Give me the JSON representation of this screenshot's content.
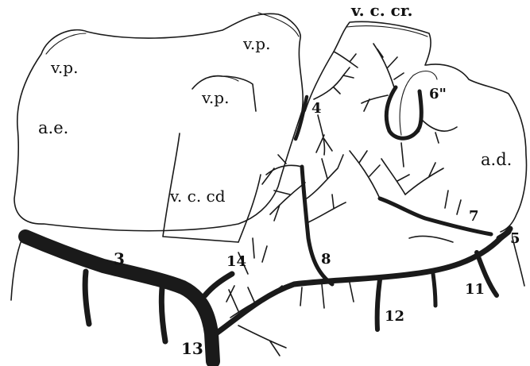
{
  "labels": {
    "v_p_left": "v.p.",
    "v_p_top": "v.p.",
    "v_p_small": "v.p.",
    "a_e": "a.e.",
    "v_c_cd": "v. c. cd",
    "v_c_cr": "v. c. cr.",
    "a_d": "a.d.",
    "n4": "4",
    "n6": "6\"",
    "n7": "7",
    "n5": "5",
    "n8": "8",
    "n3": "3",
    "n14": "14",
    "n13": "13",
    "n12": "12",
    "n11": "11"
  },
  "colors": {
    "ink": "#1a1a1a",
    "paper": "#ffffff"
  }
}
